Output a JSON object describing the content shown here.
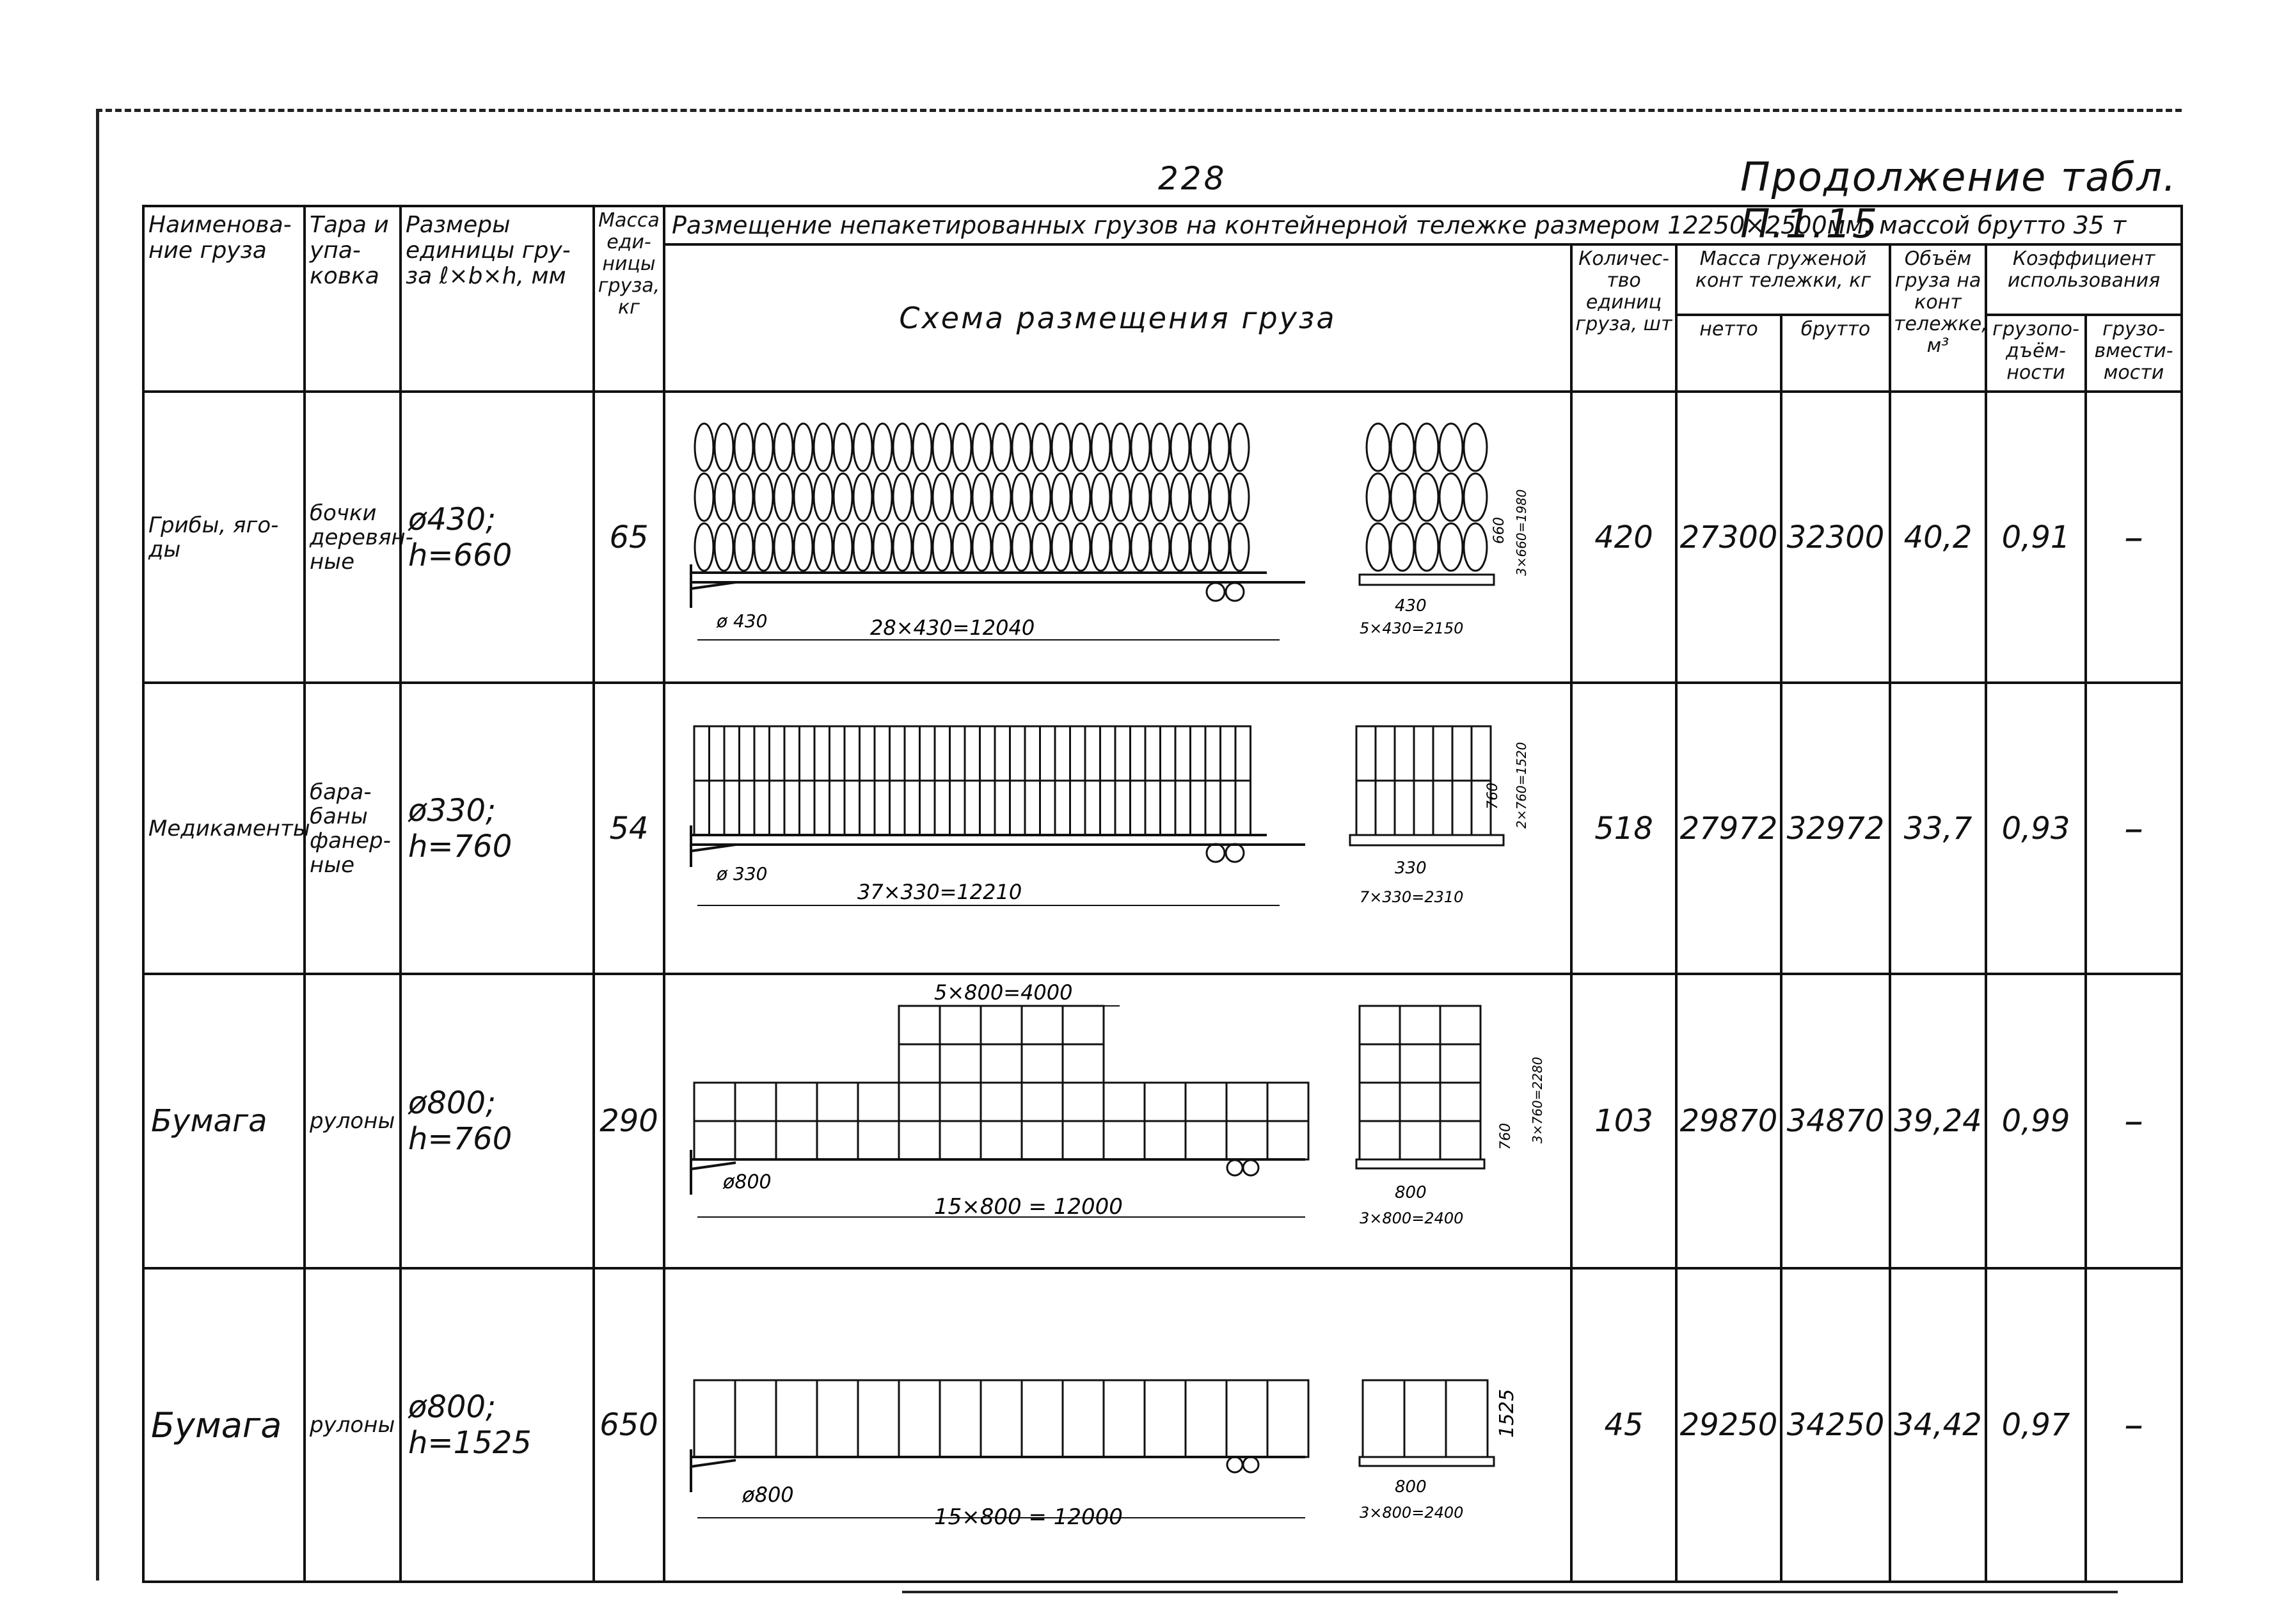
{
  "page": {
    "number": "228",
    "continuation": "Продолжение табл. П.1.15"
  },
  "header": {
    "name": "Наименова-ние груза",
    "tare": "Тара и упа-ковка",
    "dims": "Размеры единицы гру-за ℓ×b×h, мм",
    "mass": "Масса еди-ницы груза, кг",
    "span_title": "Размещение непакетированных грузов на контейнерной тележке размером 12250×2500мм, массой брутто 35 т",
    "scheme": "Схема размещения груза",
    "qty": "Количес-тво единиц груза, шт",
    "cart_mass": "Масса груженой конт тележки, кг",
    "netto": "нетто",
    "brutto": "брутто",
    "volume": "Объём груза на конт тележке, м³",
    "coef": "Коэффициент использования",
    "coef_load": "грузопо-дъём-ности",
    "coef_space": "грузо-вмести-мости"
  },
  "rows": [
    {
      "name": "Грибы, яго-ды",
      "tare": "бочки деревян-ные",
      "dims": "ø430; h=660",
      "mass": "65",
      "qty": "420",
      "netto": "27300",
      "brutto": "32300",
      "volume": "40,2",
      "coef_load": "0,91",
      "coef_space": "–",
      "dim_main": "28×430=12040",
      "dim_unit": "ø 430",
      "dim_side": "5×430=2150",
      "dim_side_unit": "430",
      "dim_h1": "660",
      "dim_h2": "3×660=1980"
    },
    {
      "name": "Медикаменты",
      "tare": "бара-баны фанер-ные",
      "dims": "ø330; h=760",
      "mass": "54",
      "qty": "518",
      "netto": "27972",
      "brutto": "32972",
      "volume": "33,7",
      "coef_load": "0,93",
      "coef_space": "–",
      "dim_main": "37×330=12210",
      "dim_unit": "ø 330",
      "dim_side": "7×330=2310",
      "dim_side_unit": "330",
      "dim_h1": "760",
      "dim_h2": "2×760=1520"
    },
    {
      "name": "Бумага",
      "tare": "рулоны",
      "dims": "ø800; h=760",
      "mass": "290",
      "qty": "103",
      "netto": "29870",
      "brutto": "34870",
      "volume": "39,24",
      "coef_load": "0,99",
      "coef_space": "–",
      "dim_main": "15×800 = 12000",
      "dim_top": "5×800=4000",
      "dim_unit": "ø800",
      "dim_side": "3×800=2400",
      "dim_side_unit": "800",
      "dim_h1": "760",
      "dim_h2": "3×760=2280"
    },
    {
      "name": "Бумага",
      "tare": "рулоны",
      "dims": "ø800; h=1525",
      "mass": "650",
      "qty": "45",
      "netto": "29250",
      "brutto": "34250",
      "volume": "34,42",
      "coef_load": "0,97",
      "coef_space": "–",
      "dim_main": "15×800 = 12000",
      "dim_unit": "ø800",
      "dim_side": "3×800=2400",
      "dim_side_unit": "800",
      "dim_h1": "1525"
    }
  ]
}
